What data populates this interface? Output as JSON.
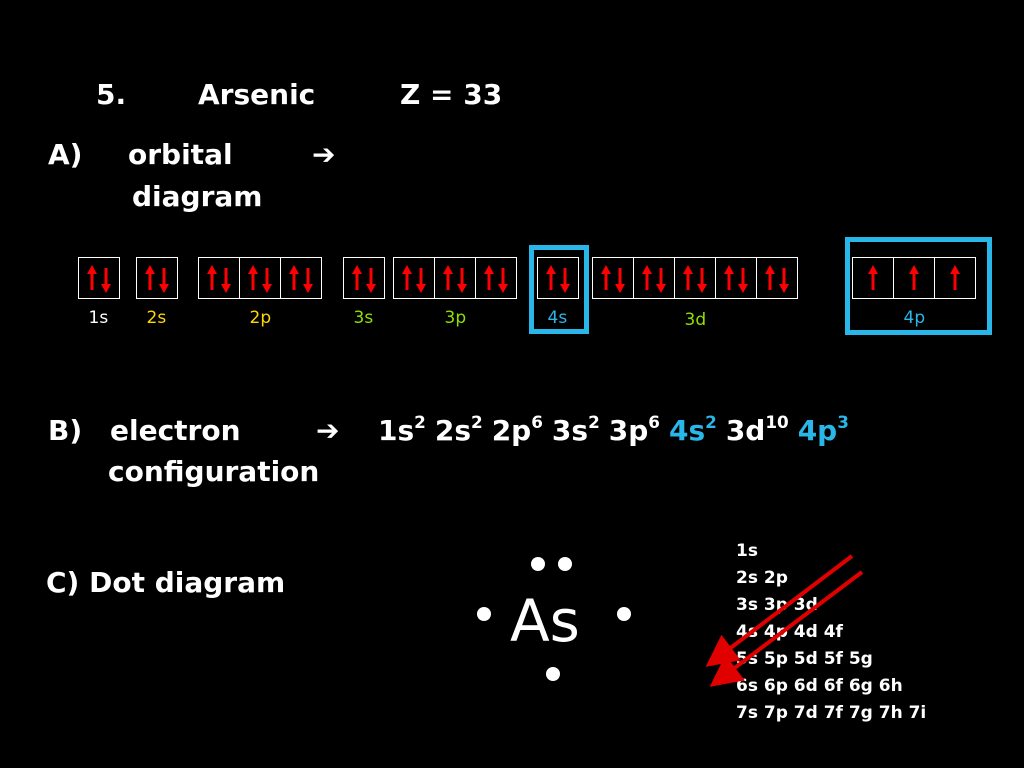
{
  "header": {
    "number": "5.",
    "element": "Arsenic",
    "z": "Z = 33"
  },
  "section_a": {
    "letter": "A)",
    "line1": "orbital",
    "arrow": "➔",
    "line2": "diagram"
  },
  "orbital_diagram": {
    "subshells": [
      {
        "label": "1s",
        "label_color": "#ffffff",
        "electrons": [
          "pair"
        ]
      },
      {
        "label": "2s",
        "label_color": "#ffd800",
        "electrons": [
          "pair"
        ]
      },
      {
        "label": "2p",
        "label_color": "#ffd800",
        "electrons": [
          "pair",
          "pair",
          "pair"
        ]
      },
      {
        "label": "3s",
        "label_color": "#8fe000",
        "electrons": [
          "pair"
        ]
      },
      {
        "label": "3p",
        "label_color": "#8fe000",
        "electrons": [
          "pair",
          "pair",
          "pair"
        ]
      },
      {
        "label": "4s",
        "label_color": "#29b6e8",
        "electrons": [
          "pair"
        ]
      },
      {
        "label": "3d",
        "label_color": "#8fe000",
        "electrons": [
          "pair",
          "pair",
          "pair",
          "pair",
          "pair"
        ]
      },
      {
        "label": "4p",
        "label_color": "#29b6e8",
        "electrons": [
          "up",
          "up",
          "up"
        ]
      }
    ],
    "arrow_color": "#ff0000",
    "highlight_color": "#29b6e8"
  },
  "section_b": {
    "letter": "B)",
    "line1": "electron",
    "arrow": "➔",
    "line2": "configuration",
    "configuration": [
      {
        "term": "1s",
        "exp": "2",
        "color": "#ffffff"
      },
      {
        "term": "2s",
        "exp": "2",
        "color": "#ffffff"
      },
      {
        "term": "2p",
        "exp": "6",
        "color": "#ffffff"
      },
      {
        "term": "3s",
        "exp": "2",
        "color": "#ffffff"
      },
      {
        "term": "3p",
        "exp": "6",
        "color": "#ffffff"
      },
      {
        "term": "4s",
        "exp": "2",
        "color": "#29b6e8"
      },
      {
        "term": "3d",
        "exp": "10",
        "color": "#ffffff"
      },
      {
        "term": "4p",
        "exp": "3",
        "color": "#29b6e8"
      }
    ]
  },
  "section_c": {
    "label": "C) Dot diagram",
    "symbol": "As"
  },
  "fill_order": {
    "rows": [
      "1s",
      "2s 2p",
      "3s 3p 3d",
      "4s 4p 4d 4f",
      "5s 5p 5d 5f 5g",
      "6s 6p 6d 6f 6g 6h",
      "7s 7p 7d 7f 7g 7h 7i"
    ],
    "arrow_color": "#e00000"
  }
}
